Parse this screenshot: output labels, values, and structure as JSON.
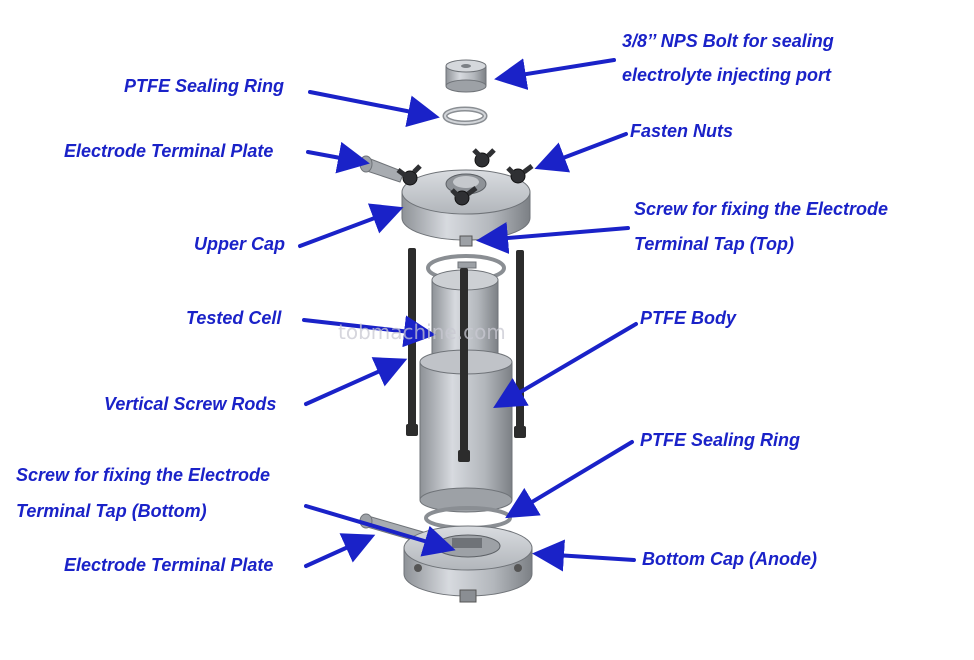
{
  "labels": {
    "bolt_line1": "3/8’’ NPS Bolt for sealing",
    "bolt_line2": "electrolyte injecting port",
    "ptfe_ring_top": "PTFE Sealing Ring",
    "fasten_nuts": "Fasten Nuts",
    "terminal_plate_top": "Electrode Terminal Plate",
    "screw_top_line1": "Screw for fixing the Electrode",
    "screw_top_line2": "Terminal Tap (Top)",
    "upper_cap": "Upper Cap",
    "tested_cell": "Tested Cell",
    "ptfe_body": "PTFE Body",
    "vertical_rods": "Vertical Screw Rods",
    "ptfe_ring_bottom": "PTFE Sealing Ring",
    "screw_bottom_line1": "Screw for fixing the Electrode",
    "screw_bottom_line2": "Terminal Tap (Bottom)",
    "terminal_plate_bottom": "Electrode Terminal Plate",
    "bottom_cap": "Bottom Cap (Anode)"
  },
  "watermark": "tobmachine.com",
  "colors": {
    "label": "#1a22c8",
    "arrow": "#1a22c8",
    "metal_light": "#c9ccd1",
    "metal_mid": "#a5a9af",
    "metal_dark": "#6f7378",
    "rod": "#2c2c2c"
  }
}
